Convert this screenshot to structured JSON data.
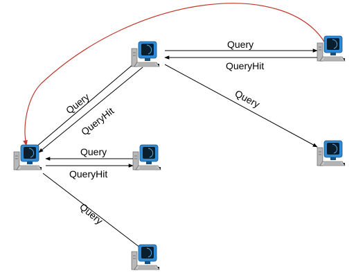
{
  "diagram": {
    "colors": {
      "edge": "#000000",
      "direct_response": "#c0392b",
      "monitor_blue": "#2e8bd8",
      "screen_dark": "#0a1f2e",
      "tower_gray": "#b8b8b8",
      "keyboard_gray": "#c8c8c8",
      "base_black": "#1a1a1a"
    },
    "nodes": [
      {
        "id": "top-center",
        "icon": "computer-icon"
      },
      {
        "id": "top-right",
        "icon": "computer-icon"
      },
      {
        "id": "left",
        "icon": "computer-icon"
      },
      {
        "id": "middle",
        "icon": "computer-icon"
      },
      {
        "id": "right",
        "icon": "computer-icon"
      },
      {
        "id": "bottom",
        "icon": "computer-icon"
      }
    ],
    "edges": [
      {
        "from": "top-center",
        "to": "top-right",
        "label": "Query"
      },
      {
        "from": "top-right",
        "to": "top-center",
        "label": "QueryHit"
      },
      {
        "from": "top-center",
        "to": "right",
        "label": "Query"
      },
      {
        "from": "left",
        "to": "top-center",
        "label": "Query"
      },
      {
        "from": "top-center",
        "to": "left",
        "label": "QueryHit"
      },
      {
        "from": "middle",
        "to": "left",
        "label": "Query"
      },
      {
        "from": "left",
        "to": "middle",
        "label": "QueryHit"
      },
      {
        "from": "left",
        "to": "bottom",
        "label": "Query"
      },
      {
        "from": "top-right",
        "to": "left",
        "label": "",
        "style": "red-curved"
      }
    ]
  }
}
